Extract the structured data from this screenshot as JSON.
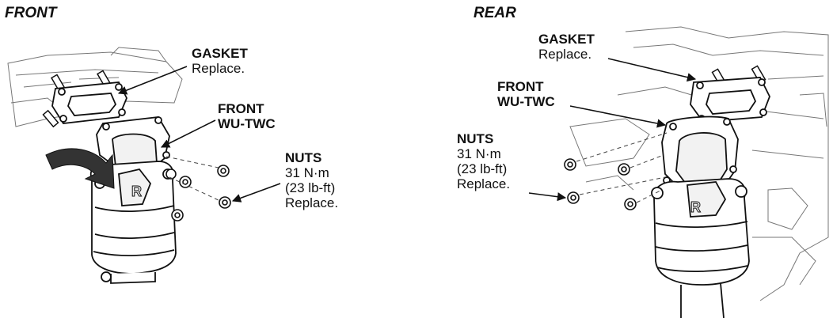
{
  "front": {
    "title": "FRONT",
    "gasket": {
      "name": "GASKET",
      "note": "Replace."
    },
    "wutwc": {
      "line1": "FRONT",
      "line2": "WU-TWC"
    },
    "nuts": {
      "name": "NUTS",
      "torque": "31 N·m",
      "torque_imperial": "(23 lb-ft)",
      "note": "Replace."
    }
  },
  "rear": {
    "title": "REAR",
    "gasket": {
      "name": "GASKET",
      "note": "Replace."
    },
    "wutwc": {
      "line1": "FRONT",
      "line2": "WU-TWC"
    },
    "nuts": {
      "name": "NUTS",
      "torque": "31 N·m",
      "torque_imperial": "(23 lb-ft)",
      "note": "Replace."
    }
  },
  "converter_mark": "R"
}
